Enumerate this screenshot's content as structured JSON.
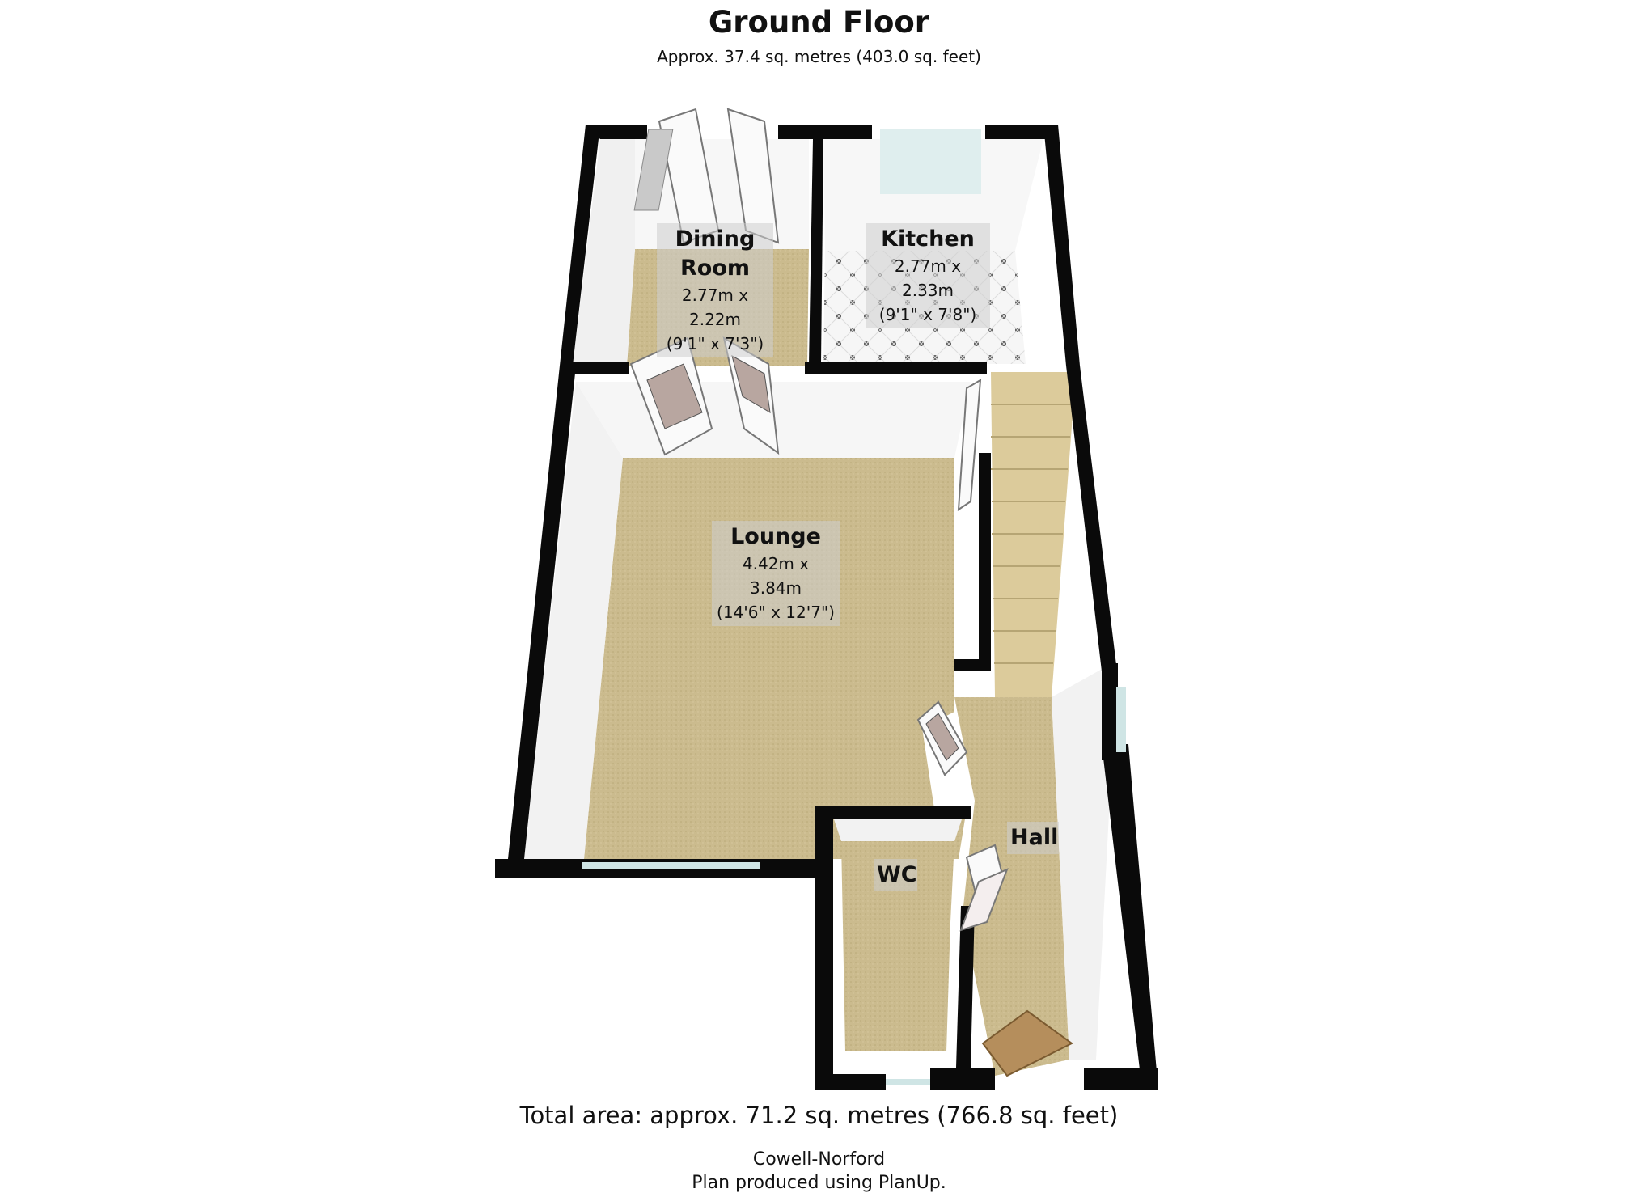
{
  "header": {
    "title": "Ground Floor",
    "subtitle": "Approx.  37.4 sq. metres (403.0 sq. feet)"
  },
  "rooms": {
    "dining": {
      "name_line1": "Dining",
      "name_line2": "Room",
      "dims_metric": "2.77m x 2.22m",
      "dims_imperial": "(9'1\" x 7'3\")"
    },
    "kitchen": {
      "name": "Kitchen",
      "dims_metric": "2.77m x 2.33m",
      "dims_imperial": "(9'1\" x 7'8\")"
    },
    "lounge": {
      "name": "Lounge",
      "dims_metric": "4.42m x 3.84m",
      "dims_imperial": "(14'6\" x 12'7\")"
    },
    "hall": {
      "name": "Hall"
    },
    "wc": {
      "name": "WC"
    }
  },
  "footer": {
    "total_area": "Total area: approx.  71.2 sq. metres (766.8 sq. feet)",
    "agent": "Cowell-Norford",
    "produced_by": "Plan produced using PlanUp."
  },
  "colors": {
    "wall": "#0a0a0a",
    "wall_face": "#f2f2f2",
    "carpet": "#c9b98c",
    "kitchen_floor": "#f4f4f4",
    "stairs": "#d8c89a",
    "label_bg": "#cdcdcd"
  }
}
